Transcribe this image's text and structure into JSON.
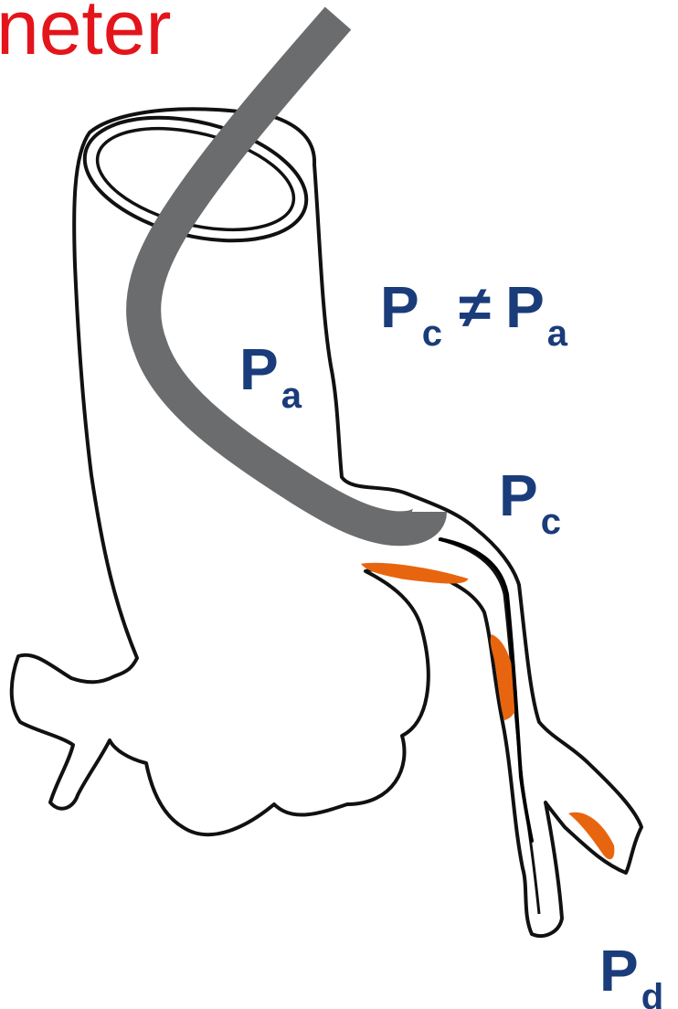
{
  "title": "neter",
  "labels": {
    "pa": {
      "main": "P",
      "sub": "a"
    },
    "pc": {
      "main": "P",
      "sub": "c"
    },
    "pd": {
      "main": "P",
      "sub": "d"
    },
    "comparison": {
      "left_main": "P",
      "left_sub": "c",
      "operator": "≠",
      "right_main": "P",
      "right_sub": "a"
    }
  },
  "colors": {
    "title": "#e3151b",
    "label": "#1a3c7a",
    "catheter": "#6a6c6e",
    "plaque": "#e8650f",
    "vessel_outline": "#111111",
    "guidewire": "#000000"
  }
}
